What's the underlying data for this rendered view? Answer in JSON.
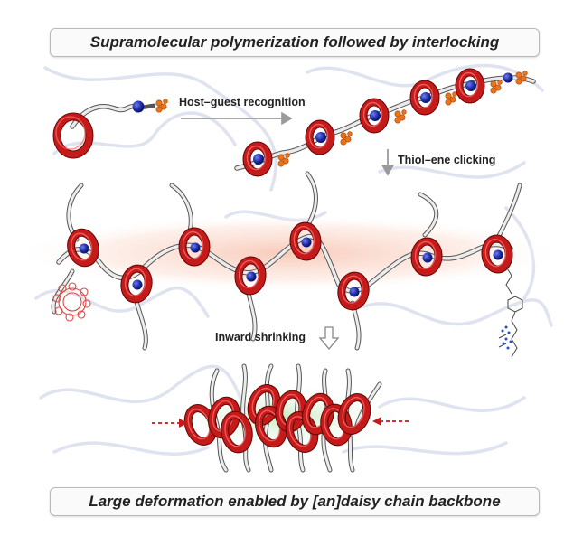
{
  "title_top": "Supramolecular polymerization followed by interlocking",
  "title_bottom": "Large deformation enabled by [an]daisy chain backbone",
  "steps": {
    "host_guest": "Host–guest recognition",
    "thiol_ene": "Thiol–ene clicking",
    "inward_shrinking": "Inward shrinking"
  },
  "colors": {
    "ring": "#c41a1a",
    "guest_bead": "#1f2fa8",
    "stopper": "#e8741c",
    "chain": "#e6e6e6",
    "background_network": "#dfe3f0",
    "glow_top": "#f7c8b4",
    "glow_bottom": "#c9e9c2",
    "arrow_compression": "#c41a1a"
  }
}
